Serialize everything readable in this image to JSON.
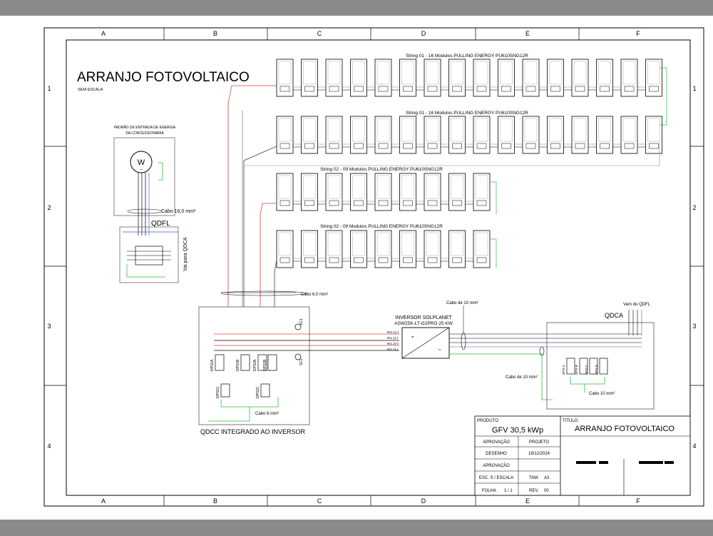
{
  "frame": {
    "columns": [
      "A",
      "B",
      "C",
      "D",
      "E",
      "F"
    ],
    "rows": [
      "1",
      "2",
      "3",
      "4"
    ]
  },
  "header": {
    "title": "ARRANJO FOTOVOLTAICO",
    "scale": "SEM ESCALA"
  },
  "strings": [
    {
      "label": "String 01 - 16 Modulos PULLING ENERGY PU610SNG12R",
      "modules": 16
    },
    {
      "label": "String 01 - 16 Modulos PULLING ENERGY PU610SNG12R",
      "modules": 16
    },
    {
      "label": "String 02 - 09 Modulos PULLING ENERGY PU610SNG12R",
      "modules": 9
    },
    {
      "label": "String 02 - 09 Modulos PULLING ENERGY PU610SNG12R",
      "modules": 9
    }
  ],
  "meter": {
    "title_line1": "PADRÃO DE ENTRADA DE ENERGIA",
    "title_line2": "DA CONCESSIONÁRIA",
    "symbol": "W",
    "cable": "Cabo  16,0  mm²"
  },
  "qdfl": {
    "label": "QDFL",
    "vertical_text": "Vai para QDCA"
  },
  "cables": {
    "cc_main": "Cabo 6,0 mm²",
    "ac_top": "Cabo de 10 mm²",
    "ac_mid": "Cabo de 10 mm²",
    "qdca_ground": "Cabo 10 mm²",
    "qdcc_ground": "Cabo 6 mm²"
  },
  "inverter": {
    "line1": "INVERSOR  SOLPLANET",
    "line2": "ASW25K-LT-G2PRO 25 KW",
    "inputs": [
      "IN1.1(+)",
      "IN1.1(-)",
      "IN1.2(+)",
      "IN1.2(-)"
    ]
  },
  "qdcc": {
    "label": "QDCC INTEGRADO AO INVERSOR",
    "dps": [
      "DPS1A",
      "DPS1B",
      "DPS2A",
      "DPS2B"
    ],
    "dps_low": [
      "DPS1C",
      "DPS2C"
    ],
    "switches": [
      "SC1",
      "SC2"
    ]
  },
  "qdca": {
    "label": "QDCA",
    "from": "Vem do QDFL",
    "dps": [
      "DPS-A",
      "DPS-B",
      "DPS-C",
      "DPS-N"
    ]
  },
  "title_block": {
    "produto_label": "PRODUTO",
    "produto_value": "GFV 30,5 kWp",
    "titulo_label": "TITULO",
    "titulo_value": "ARRANJO FOTOVOLTAICO",
    "aprovacao": "APROVAÇÃO",
    "projeto": "PROJETO",
    "desenho": "DESENHO",
    "date": "18/12/2024",
    "aprovacao2": "APROVAÇÃO",
    "esc_label": "ESC. S / ESCALA",
    "tam_label": "TAM.",
    "tam_value": "A3",
    "folha_label": "FOLHA",
    "folha_value": "1 / 1",
    "rev_label": "REV.",
    "rev_value": "00"
  }
}
